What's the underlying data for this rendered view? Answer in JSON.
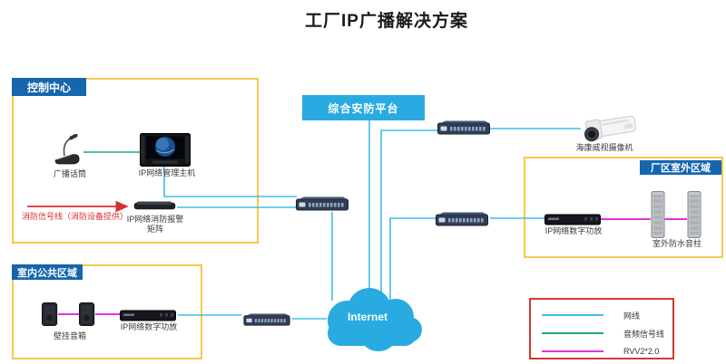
{
  "title": "工厂IP广播解决方案",
  "colors": {
    "network_line": "#3fbde8",
    "audio_line": "#1fa875",
    "rvv_line": "#e233dc",
    "fire_line": "#d93030",
    "zone_border": "#f2c94c",
    "zone_header_bg": "#1566ad",
    "accent_blue": "#29abe2",
    "legend_border": "#d03a34"
  },
  "zones": {
    "control_center": {
      "title": "控制中心",
      "mic_label": "广播话筒",
      "host_label": "IP网络管理主机",
      "fire_note": "消防信号线（消防设备提供）",
      "matrix_label": "IP网络消防报警矩阵"
    },
    "indoor": {
      "title": "室内公共区域",
      "speaker_label": "壁挂音箱",
      "amp_label": "IP网络数字功放"
    },
    "outdoor": {
      "title": "厂区室外区域",
      "amp_label": "IP网络数字功放",
      "speaker_label": "室外防水音柱"
    }
  },
  "platform_label": "综合安防平台",
  "camera_label": "海康威视摄像机",
  "internet_label": "Internet",
  "legend": {
    "items": [
      {
        "label": "网线",
        "color": "#3fbde8"
      },
      {
        "label": "音频信号线",
        "color": "#1fa875"
      },
      {
        "label": "RVV2*2.0",
        "color": "#e233dc"
      }
    ]
  }
}
